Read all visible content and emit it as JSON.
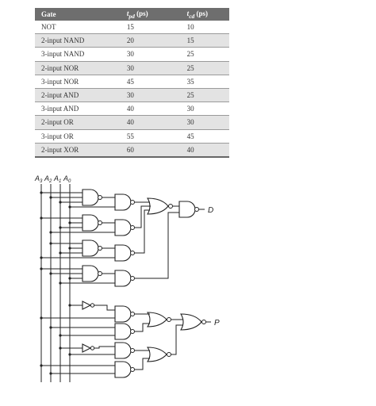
{
  "table": {
    "headers": [
      "Gate",
      "t_pd (ps)",
      "t_cd (ps)"
    ],
    "header_subscripts": [
      "",
      "pd",
      "cd"
    ],
    "rows": [
      [
        "NOT",
        "15",
        "10"
      ],
      [
        "2-input NAND",
        "20",
        "15"
      ],
      [
        "3-input NAND",
        "30",
        "25"
      ],
      [
        "2-input NOR",
        "30",
        "25"
      ],
      [
        "3-input NOR",
        "45",
        "35"
      ],
      [
        "2-input AND",
        "30",
        "25"
      ],
      [
        "3-input AND",
        "40",
        "30"
      ],
      [
        "2-input OR",
        "40",
        "30"
      ],
      [
        "3-input OR",
        "55",
        "45"
      ],
      [
        "2-input XOR",
        "60",
        "40"
      ]
    ]
  },
  "circuit": {
    "inputs": [
      "A3",
      "A2",
      "A1",
      "A0"
    ],
    "outputs": [
      "D",
      "P"
    ]
  }
}
